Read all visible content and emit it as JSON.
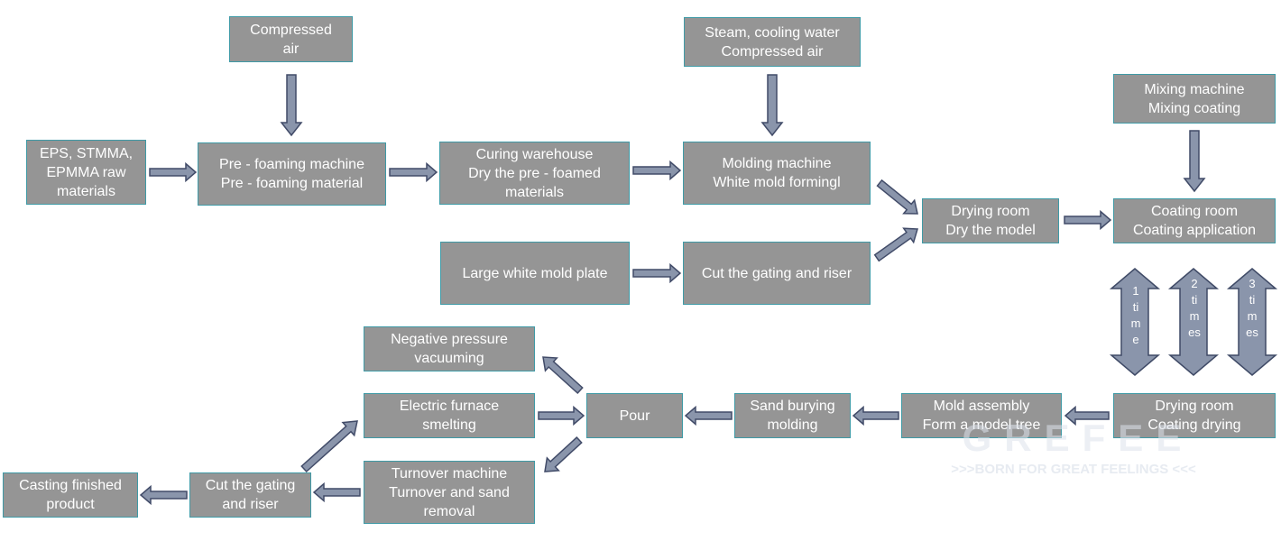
{
  "colors": {
    "box_fill": "#959595",
    "box_border": "#3f9aa6",
    "arrow_fill": "#8a95ab",
    "arrow_stroke": "#414b68",
    "text": "#ffffff"
  },
  "boxes": {
    "compressed_air": "Compressed\nair",
    "raw_materials": "EPS, STMMA,\nEPMMA raw\nmaterials",
    "pre_foaming": "Pre - foaming machine\nPre - foaming material",
    "curing": "Curing warehouse\nDry the pre - foamed\nmaterials",
    "steam": "Steam, cooling water\nCompressed air",
    "molding": "Molding machine\nWhite mold formingl",
    "large_plate": "Large white mold plate",
    "cut_gating_top": "Cut the gating and riser",
    "drying_room_model": "Drying room\nDry the model",
    "mixing": "Mixing machine\nMixing coating",
    "coating_room": "Coating room\nCoating application",
    "drying_room_coating": "Drying room\nCoating drying",
    "mold_assembly": "Mold assembly\nForm a model tree",
    "sand_burying": "Sand burying\nmolding",
    "pour": "Pour",
    "negative_pressure": "Negative pressure\nvacuuming",
    "electric_furnace": "Electric furnace\nsmelting",
    "turnover": "Turnover machine\nTurnover and sand\nremoval",
    "cut_gating_bottom": "Cut the gating\nand riser",
    "casting_finished": "Casting finished\nproduct"
  },
  "repeat_labels": [
    "1 time",
    "2 times",
    "3 times"
  ],
  "watermark": {
    "logo": "GREFEE",
    "tagline": ">>>BORN FOR GREAT FEELINGS <<<"
  }
}
